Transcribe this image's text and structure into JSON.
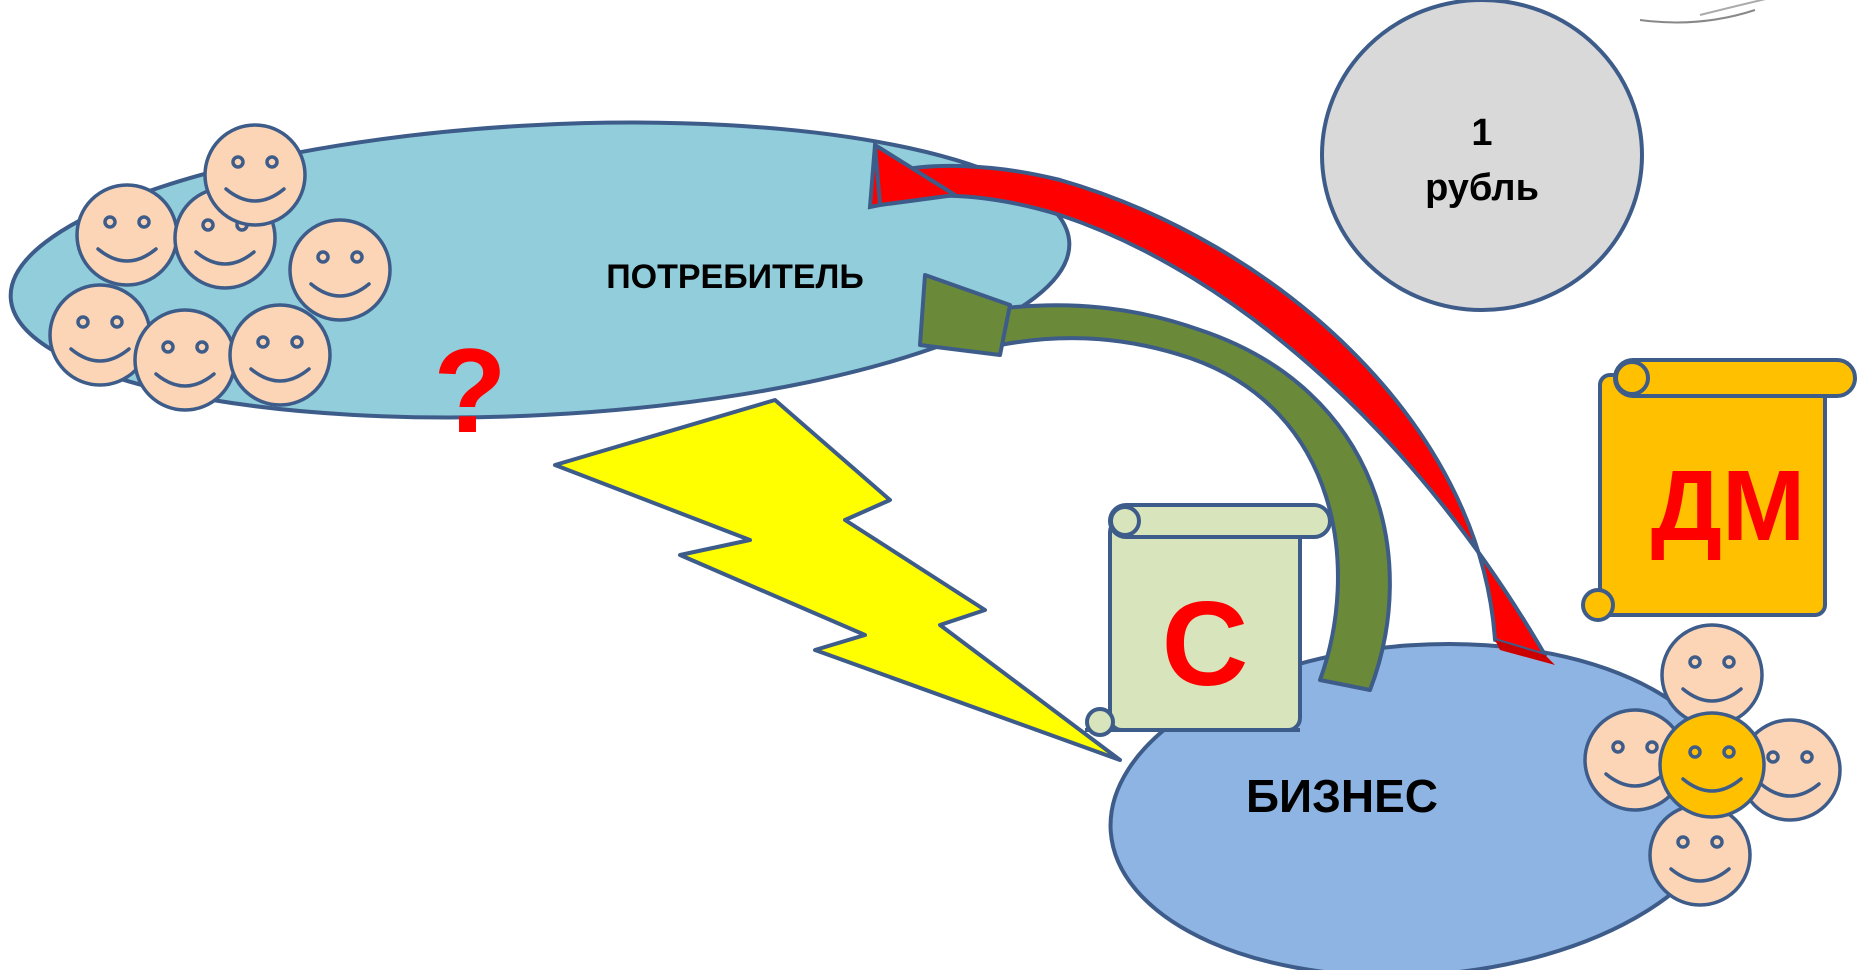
{
  "labels": {
    "consumer": "ПОТРЕБИТЕЛЬ",
    "business": "БИЗНЕС",
    "question_mark": "?",
    "coin_line1": "1",
    "coin_line2": "рубль",
    "scroll_c": "С",
    "scroll_dm": "ДМ"
  },
  "colors": {
    "consumer_ellipse": "#92cddc",
    "business_ellipse": "#8eb4e3",
    "outline": "#3d5c8a",
    "coin": "#d9d9d9",
    "lightning": "#ffff00",
    "red_arrow": "#ff0000",
    "green_arrow": "#6a8a3a",
    "scroll_c_fill": "#d8e4bc",
    "scroll_dm_fill": "#ffc000",
    "letter_red": "#ff0000",
    "face": "#fbd5b5",
    "face_highlight": "#ffc000"
  },
  "icons": {
    "consumer_faces": "smiley-face-icon",
    "business_faces": "smiley-face-icon",
    "lightning": "lightning-bolt-icon",
    "scrolls": "scroll-icon",
    "coin": "coin-icon"
  }
}
